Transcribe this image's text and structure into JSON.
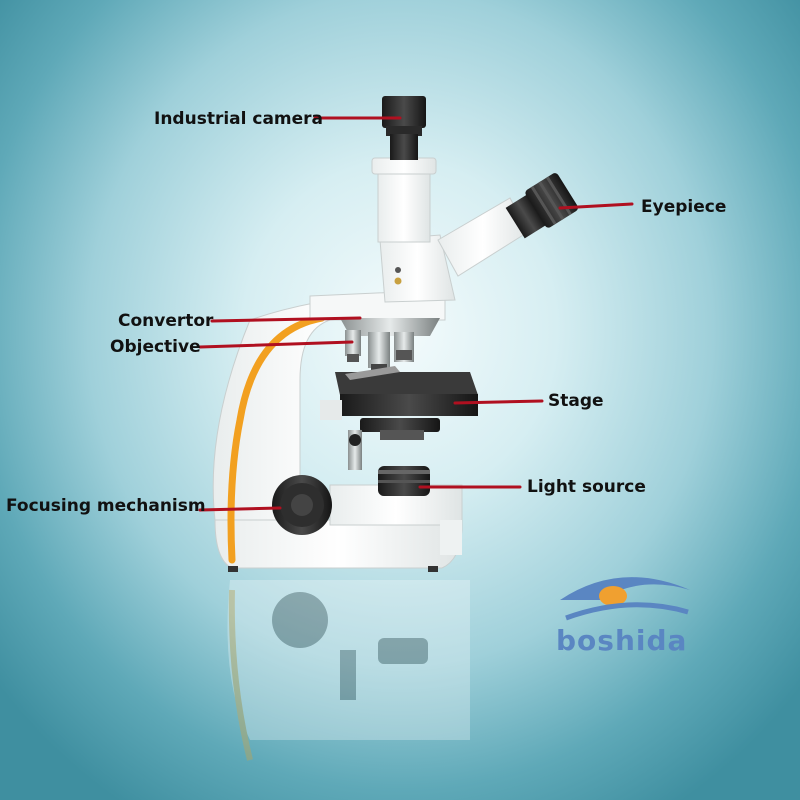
{
  "labels": {
    "industrial_camera": "Industrial camera",
    "eyepiece": "Eyepiece",
    "convertor": "Convertor",
    "objective": "Objective",
    "stage": "Stage",
    "light_source": "Light source",
    "focusing_mechanism": "Focusing mechanism"
  },
  "brand": {
    "name": "boshida"
  },
  "colors": {
    "leader_line": "#b01020",
    "accent_stripe": "#f2a020",
    "brand_blue": "#5a86c2",
    "background_center": "#f4fbfc",
    "background_edge": "#3f8fa0"
  }
}
